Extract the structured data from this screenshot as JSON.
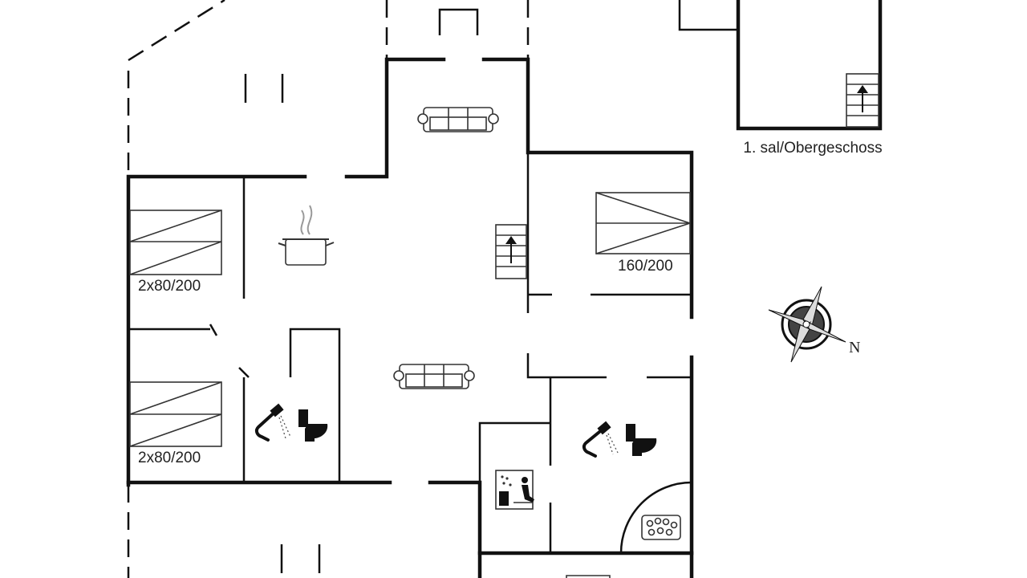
{
  "floor_labels": {
    "upper_floor": "1. sal/Obergeschoss"
  },
  "bed_labels": {
    "bedroom_top_left": "2x80/200",
    "bedroom_bottom_left": "2x80/200",
    "bedroom_right": "160/200"
  },
  "compass": {
    "north_label": "N"
  }
}
